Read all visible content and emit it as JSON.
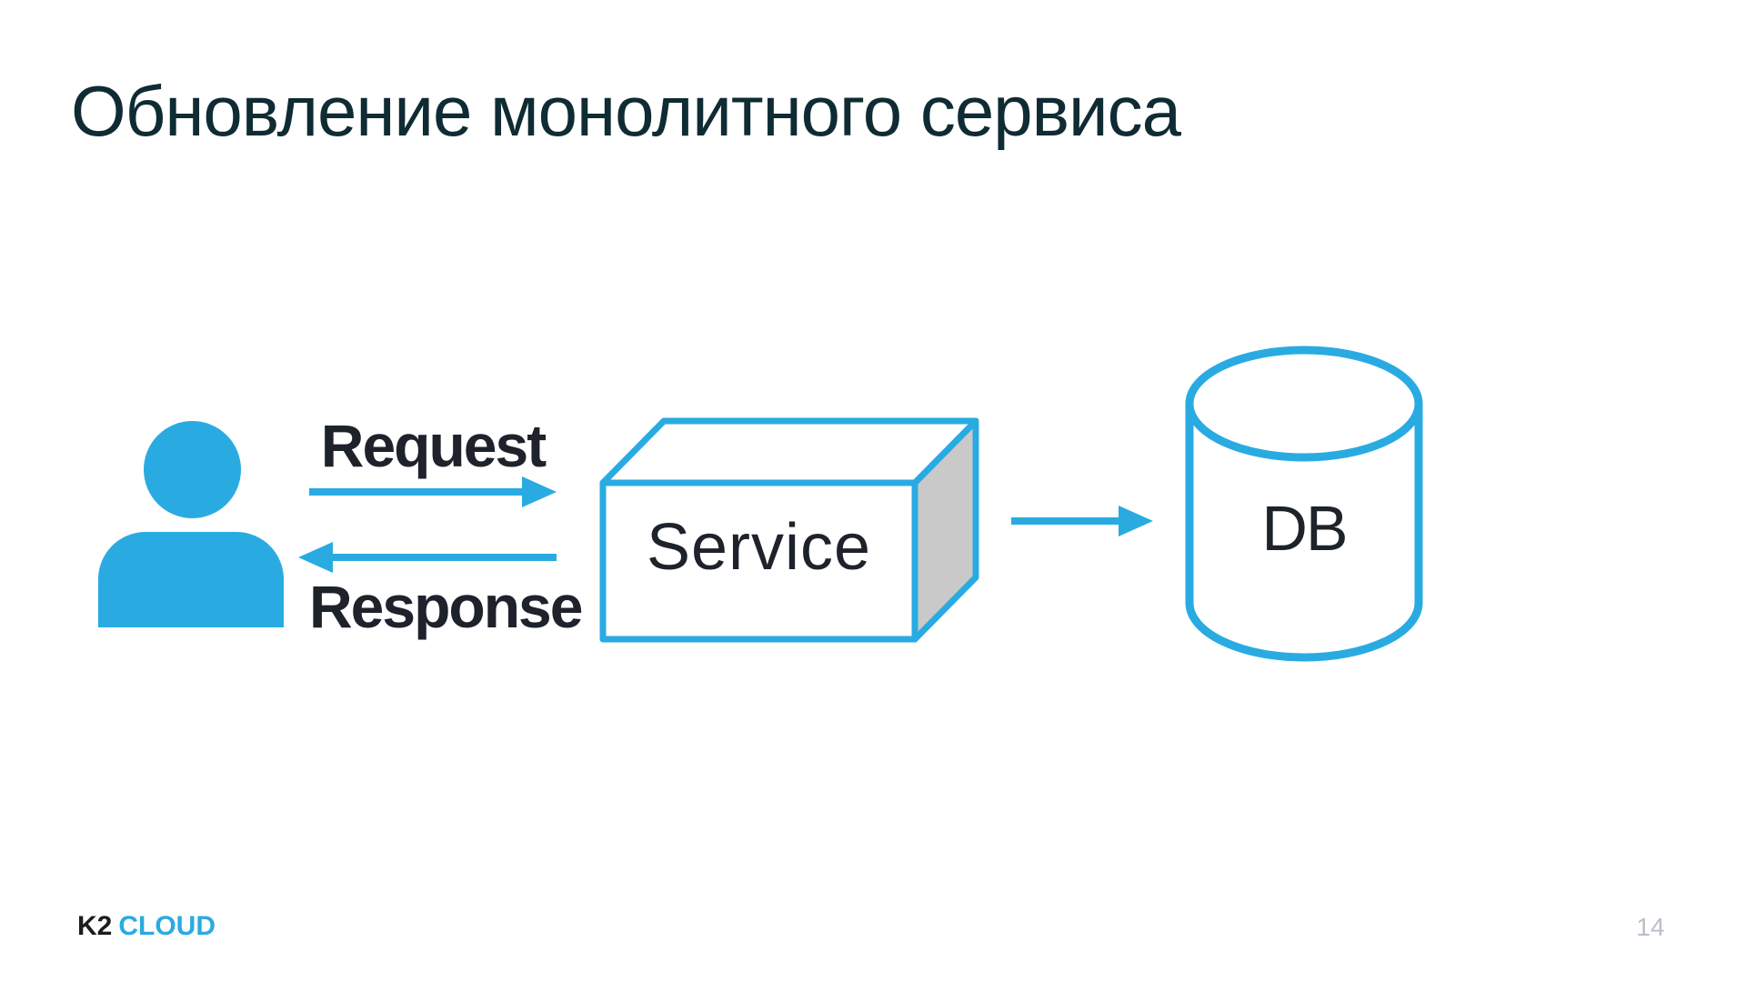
{
  "slide": {
    "title": "Обновление монолитного сервиса",
    "page_number": "14"
  },
  "logo": {
    "part1": "K2",
    "part2": "CLOUD"
  },
  "diagram": {
    "request_label": "Request",
    "response_label": "Response",
    "service_label": "Service",
    "db_label": "DB",
    "nodes": [
      {
        "id": "user",
        "shape": "person-icon"
      },
      {
        "id": "service",
        "shape": "box-3d"
      },
      {
        "id": "db",
        "shape": "cylinder"
      }
    ],
    "edges": [
      {
        "from": "user",
        "to": "service",
        "label_key": "request_label",
        "direction": "right"
      },
      {
        "from": "service",
        "to": "user",
        "label_key": "response_label",
        "direction": "left"
      },
      {
        "from": "service",
        "to": "db",
        "label_key": "",
        "direction": "right"
      }
    ]
  },
  "colors": {
    "accent_blue": "#29ABE2",
    "title_text": "#0F2B33",
    "label_text": "#1D222B",
    "box_side_gray": "#C9C9C9",
    "page_number_gray": "#B9BFC9",
    "logo_dark": "#1D1D1B"
  }
}
